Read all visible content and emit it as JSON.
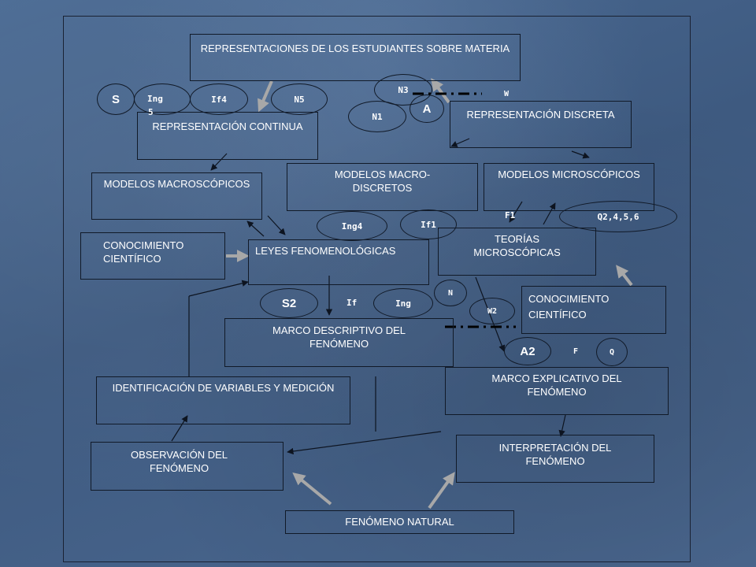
{
  "boxes": {
    "representaciones": "REPRESENTACIONES DE LOS ESTUDIANTES SOBRE MATERIA",
    "rep_continua": "REPRESENTACIÓN CONTINUA",
    "rep_discreta": "REPRESENTACIÓN DISCRETA",
    "modelos_macroscopicos": "MODELOS MACROSCÓPICOS",
    "modelos_macro_discretos": "MODELOS MACRO-DISCRETOS",
    "modelos_microscopicos": "MODELOS MICROSCÓPICOS",
    "conocimiento_cientifico_1": "CONOCIMIENTO CIENTÍFICO",
    "leyes_fenomenologicas": "LEYES FENOMENOLÓGICAS",
    "teorias_microscopicas": "TEORÍAS MICROSCÓPICAS",
    "conocimiento_cientifico_2": "CONOCIMIENTO CIENTÍFICO",
    "marco_descriptivo": "MARCO DESCRIPTIVO DEL FENÓMENO",
    "marco_explicativo": "MARCO EXPLICATIVO DEL FENÓMENO",
    "identificacion_variables": "IDENTIFICACIÓN DE VARIABLES Y MEDICIÓN",
    "observacion": "OBSERVACIÓN DEL FENÓMENO",
    "interpretacion": "INTERPRETACIÓN DEL FENÓMENO",
    "fenomeno_natural": "FENÓMENO NATURAL"
  },
  "tags": {
    "s": "S",
    "ing5_a": "Ing",
    "ing5_b": "5",
    "if4": "If4",
    "n5": "N5",
    "n3": "N3",
    "a": "A",
    "n1": "N1",
    "w": "W",
    "ing4": "Ing4",
    "if1": "If1",
    "f1": "F1",
    "q2456": "Q2,4,5,6",
    "s2": "S2",
    "if": "If",
    "ing": "Ing",
    "n": "N",
    "w2": "W2",
    "a2": "A2",
    "f": "F",
    "q": "Q"
  },
  "colors": {
    "background": "#45638a",
    "outline": "#111a28",
    "text": "#ffffff",
    "thick_arrow": "#a8a8a8"
  }
}
